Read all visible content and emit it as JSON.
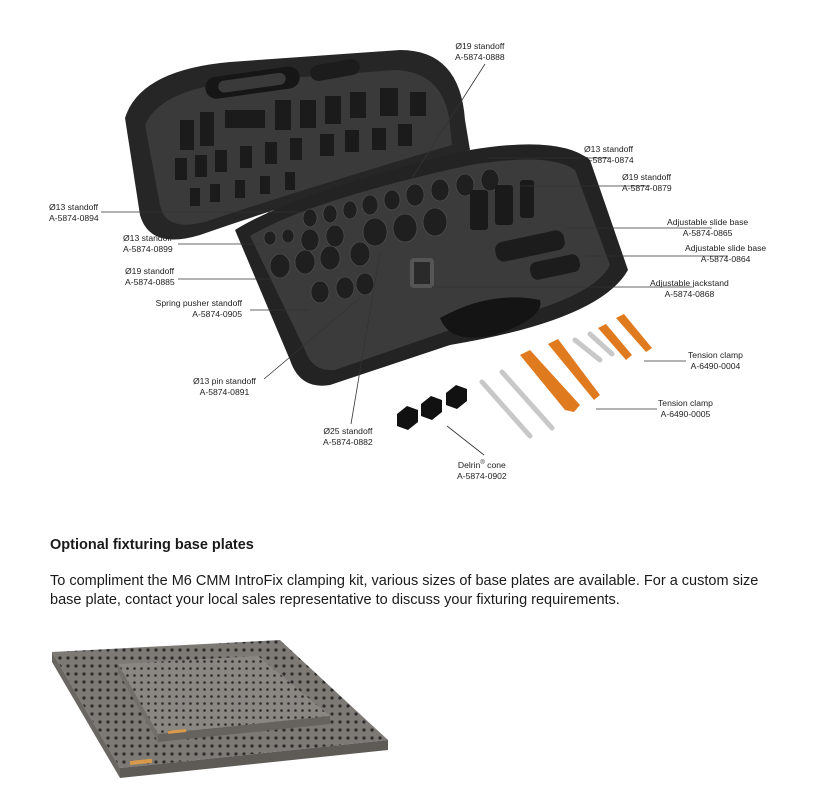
{
  "callouts": {
    "d19_top": {
      "name": "Ø19 standoff",
      "code": "A-5874-0888"
    },
    "d13_a": {
      "name": "Ø13 standoff",
      "code": "A-5874-0874"
    },
    "d19_b": {
      "name": "Ø19 standoff",
      "code": "A-5874-0879"
    },
    "d13_left": {
      "name": "Ø13 standoff",
      "code": "A-5874-0894"
    },
    "d13_left2": {
      "name": "Ø13 standoff",
      "code": "A-5874-0899"
    },
    "d19_left": {
      "name": "Ø19 standoff",
      "code": "A-5874-0885"
    },
    "spring": {
      "name": "Spring pusher standoff",
      "code": "A-5874-0905"
    },
    "pin": {
      "name": "Ø13 pin standoff",
      "code": "A-5874-0891"
    },
    "d25": {
      "name": "Ø25 standoff",
      "code": "A-5874-0882"
    },
    "delrin": {
      "name": "Delrin",
      "sup": "®",
      "name_suffix": " cone",
      "code": "A-5874-0902"
    },
    "slide1": {
      "name": "Adjustable slide base",
      "code": "A-5874-0865"
    },
    "slide2": {
      "name": "Adjustable slide base",
      "code": "A-5874-0864"
    },
    "jack": {
      "name": "Adjustable jackstand",
      "code": "A-5874-0868"
    },
    "tension1": {
      "name": "Tension clamp",
      "code": "A-6490-0004"
    },
    "tension2": {
      "name": "Tension clamp",
      "code": "A-6490-0005"
    }
  },
  "section": {
    "heading": "Optional fixturing base plates",
    "body": "To compliment the M6 CMM IntroFix clamping kit, various sizes of base plates are available. For a custom size base plate, contact your local sales representative to discuss your fixturing requirements."
  },
  "colors": {
    "case": "#2b2b2b",
    "foam": "#3a3a3a",
    "orange": "#e07a1f",
    "plate": "#7d7a76"
  }
}
